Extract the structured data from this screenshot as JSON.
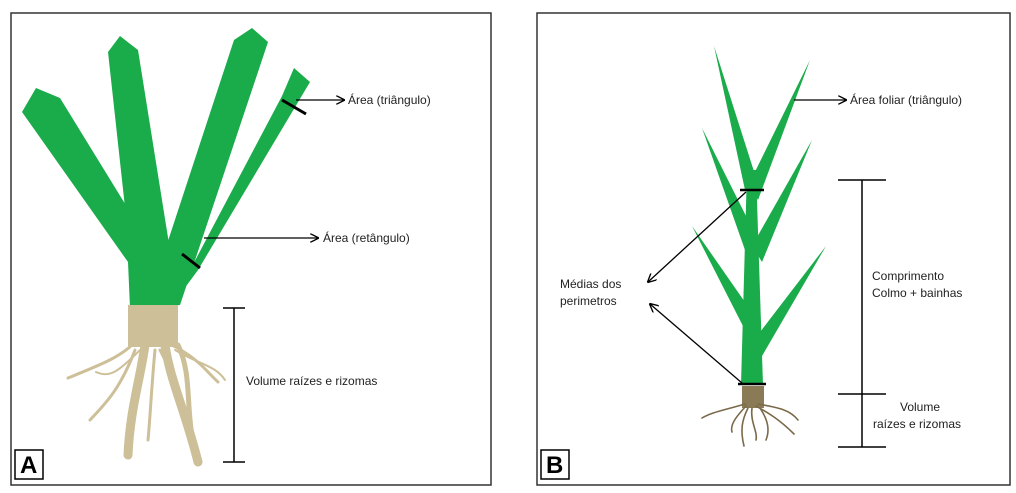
{
  "colors": {
    "leaf_green": "#1aab4a",
    "root_tan": "#cdbf98",
    "root_brown": "#8a7a55",
    "line": "#000000",
    "frame": "#333333"
  },
  "panel_a": {
    "letter": "A",
    "label_triangle": "Área (triângulo)",
    "label_rectangle": "Área (retângulo)",
    "label_volume": "Volume raízes e rizomas"
  },
  "panel_b": {
    "letter": "B",
    "label_leaf_area": "Área foliar (triângulo)",
    "label_perimeters_line1": "Médias dos",
    "label_perimeters_line2": "perimetros",
    "label_length_line1": "Comprimento",
    "label_length_line2": "Colmo + bainhas",
    "label_volume_line1": "Volume",
    "label_volume_line2": "raízes e rizomas"
  }
}
